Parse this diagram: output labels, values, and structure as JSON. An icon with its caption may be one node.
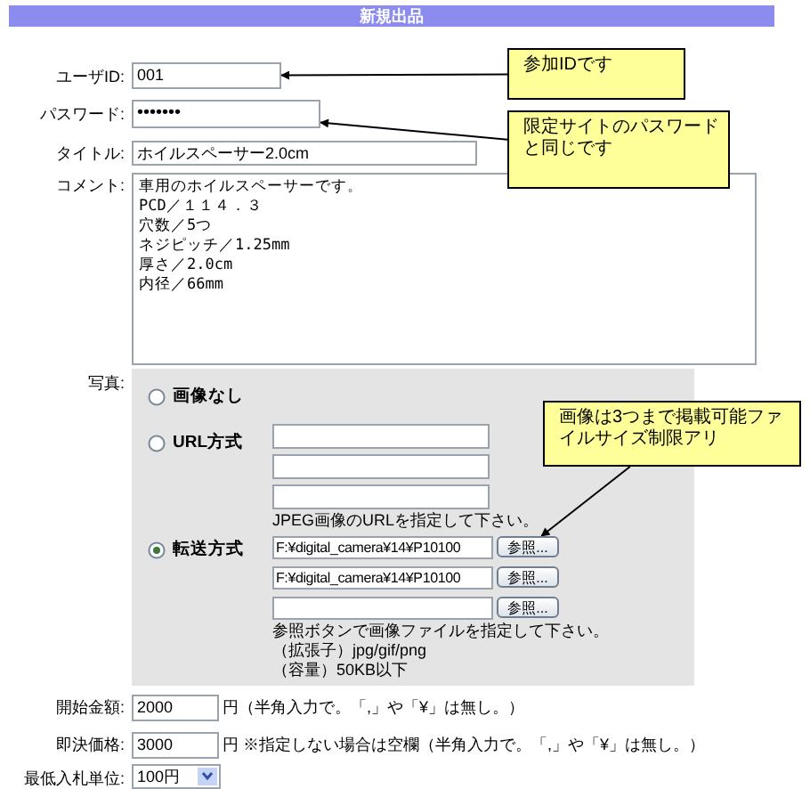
{
  "diagram": {
    "title": "新規出品",
    "nodes": [
      {
        "text": [
          "参加IDです"
        ]
      },
      {
        "text": [
          "001"
        ]
      },
      {
        "text": [
          "限定サイトのパスワードと同じです"
        ]
      },
      {
        "text": [
          "•••••••"
        ]
      },
      {
        "text": [
          "画像は3つまで掲載可能ファイルサイズ制限アリ"
        ]
      },
      {
        "text": [],
        "shape": "box"
      },
      {
        "text": [],
        "shape": "box"
      },
      {
        "text": [],
        "shape": "box"
      },
      {
        "text": [
          "F:¥digital_camera¥14¥P10100"
        ]
      },
      {
        "text": [
          "参照..."
        ]
      },
      {
        "text": [
          "F:¥digital_camera¥14¥P10100"
        ]
      },
      {
        "text": [
          "参照..."
        ]
      },
      {
        "text": [],
        "shape": "box"
      },
      {
        "text": [
          "参照..."
        ]
      }
    ],
    "edges": [
      {
        "from": 0,
        "to": 1,
        "arrow": "to"
      },
      {
        "from": 2,
        "to": 3,
        "arrow": "to"
      },
      {
        "from": 4,
        "to": 9,
        "arrow": "to"
      }
    ],
    "labels": [
      "ユーザID:",
      "パスワード:",
      "タイトル:",
      "ホイルスペーサー2.0cm",
      "コメント:",
      "車用のホイルスペーサーです。",
      "PCD／１１４．３",
      "穴数／5つ",
      "ネジピッチ／1.25mm",
      "厚さ／2.0cm",
      "内径／66mm",
      "写真:",
      "画像なし",
      "URL方式",
      "JPEG画像のURLを指定して下さい。",
      "転送方式",
      "参照ボタンで画像ファイルを指定して下さい。",
      "（拡張子）jpg/gif/png",
      "（容量）50KB以下",
      "開始金額:",
      "2000",
      "円（半角入力で。「,」や「¥」は無し。）",
      "即決価格:",
      "3000",
      "円 ※指定しない場合は空欄（半角入力で。「,」や「¥」は無し。）",
      "最低入札単位:",
      "100円"
    ]
  }
}
